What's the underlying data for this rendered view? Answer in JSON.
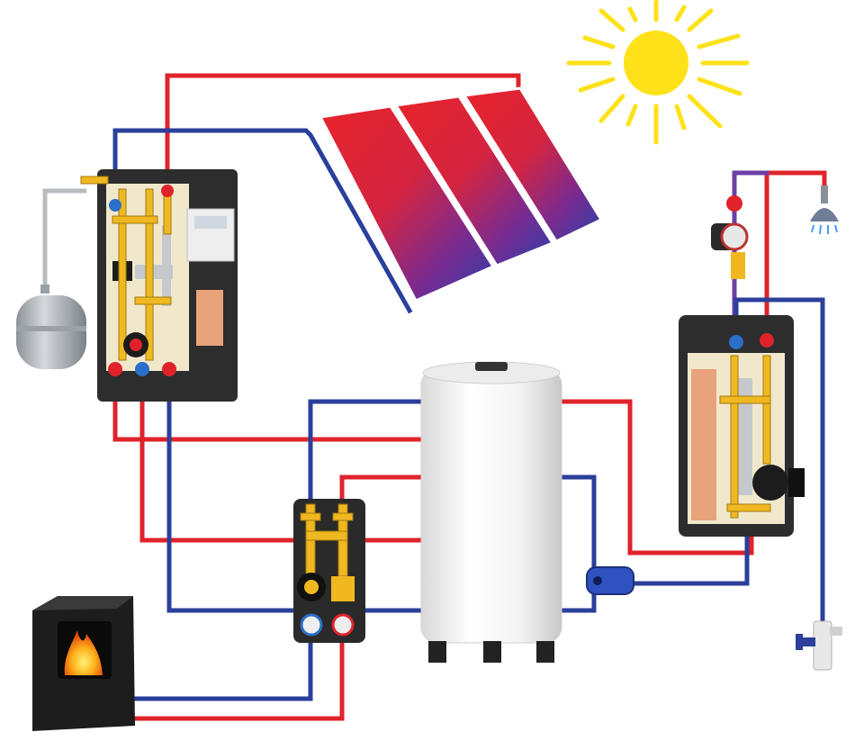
{
  "colors": {
    "hot_pipe": "#e0232b",
    "cold_pipe": "#2b3f9b",
    "sun": "#ffe11a",
    "brass": "#f0b820",
    "cabinet": "#2d2d2d",
    "tank": "#f2f2f2"
  },
  "components": [
    "sun-icon",
    "solar-collector-panels",
    "solar-pump-station",
    "expansion-vessel",
    "hot-water-storage-tank",
    "boiler-pump-group",
    "pellet-stove",
    "fresh-water-station",
    "shower-head-icon",
    "mixing-valve",
    "cold-water-inlet-valve"
  ]
}
